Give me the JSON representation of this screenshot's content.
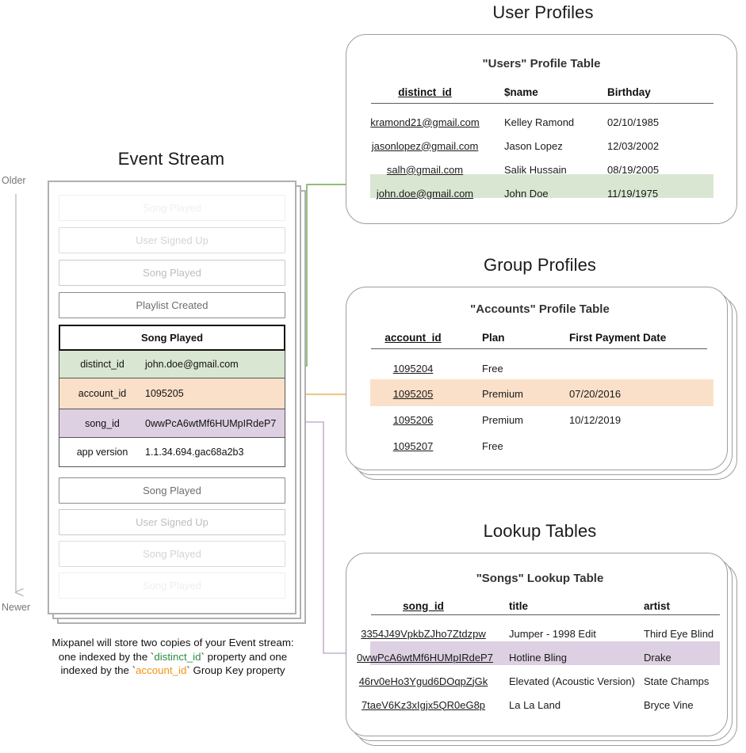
{
  "sections": {
    "user_profiles_title": "User Profiles",
    "group_profiles_title": "Group Profiles",
    "lookup_tables_title": "Lookup Tables",
    "event_stream_title": "Event Stream"
  },
  "colors": {
    "highlight_green": "#d9e7d2",
    "highlight_orange": "#fbe0c9",
    "highlight_purple": "#ded0e3",
    "arrow_green": "#6aa84f",
    "arrow_orange": "#e8912a",
    "arrow_purple": "#c6b0cf",
    "arrow_gray": "#808080",
    "card_border": "#9d9d9d",
    "code_green": "#2e8b45",
    "code_orange": "#f2930d"
  },
  "time_axis": {
    "older_label": "Older",
    "newer_label": "Newer"
  },
  "event_stream": {
    "events_before": [
      {
        "label": "Song Played",
        "fade": 1
      },
      {
        "label": "User Signed Up",
        "fade": 2
      },
      {
        "label": "Song Played",
        "fade": 3
      },
      {
        "label": "Playlist Created",
        "fade": 4
      }
    ],
    "selected_event": {
      "name": "Song Played",
      "properties": [
        {
          "key": "distinct_id",
          "value": "john.doe@gmail.com",
          "highlight": "green"
        },
        {
          "key": "account_id",
          "value": "1095205",
          "highlight": "orange"
        },
        {
          "key": "song_id",
          "value": "0wwPcA6wtMf6HUMpIRdeP7",
          "highlight": "purple"
        },
        {
          "key": "app version",
          "value": "1.1.34.694.gac68a2b3",
          "highlight": "none"
        }
      ]
    },
    "events_after": [
      {
        "label": "Song Played",
        "fade": 4
      },
      {
        "label": "User Signed Up",
        "fade": 3
      },
      {
        "label": "Song Played",
        "fade": 2
      },
      {
        "label": "Song Played",
        "fade": 1
      }
    ]
  },
  "caption": {
    "line1": "Mixpanel will store two copies of your Event stream:",
    "line2_pre": "one indexed by the `",
    "line2_code": "distinct_id",
    "line2_post": "` property and one",
    "line3_pre": "indexed by the `",
    "line3_code": "account_id",
    "line3_post": "` Group Key property"
  },
  "users_table": {
    "title": "\"Users\" Profile Table",
    "columns": [
      "distinct_id",
      "$name",
      "Birthday"
    ],
    "rows": [
      {
        "cells": [
          "kramond21@gmail.com",
          "Kelley Ramond",
          "02/10/1985"
        ],
        "highlight": false
      },
      {
        "cells": [
          "jasonlopez@gmail.com",
          "Jason Lopez",
          "12/03/2002"
        ],
        "highlight": false
      },
      {
        "cells": [
          "salh@gmail.com",
          "Salik Hussain",
          "08/19/2005"
        ],
        "highlight": false
      },
      {
        "cells": [
          "john.doe@gmail.com",
          "John Doe",
          "11/19/1975"
        ],
        "highlight": true
      }
    ]
  },
  "accounts_table": {
    "title": "\"Accounts\" Profile Table",
    "columns": [
      "account_id",
      "Plan",
      "First Payment Date"
    ],
    "rows": [
      {
        "cells": [
          "1095204",
          "Free",
          ""
        ],
        "highlight": false
      },
      {
        "cells": [
          "1095205",
          "Premium",
          "07/20/2016"
        ],
        "highlight": true
      },
      {
        "cells": [
          "1095206",
          "Premium",
          "10/12/2019"
        ],
        "highlight": false
      },
      {
        "cells": [
          "1095207",
          "Free",
          ""
        ],
        "highlight": false
      }
    ]
  },
  "songs_table": {
    "title": "\"Songs\" Lookup Table",
    "columns": [
      "song_id",
      "title",
      "artist"
    ],
    "rows": [
      {
        "cells": [
          "3354J49VpkbZJho7Ztdzpw",
          "Jumper - 1998 Edit",
          "Third Eye Blind"
        ],
        "highlight": false
      },
      {
        "cells": [
          "0wwPcA6wtMf6HUMpIRdeP7",
          "Hotline Bling",
          "Drake"
        ],
        "highlight": true
      },
      {
        "cells": [
          "46rv0eHo3Ygud6DOqpZjGk",
          "Elevated (Acoustic Version)",
          "State Champs"
        ],
        "highlight": false
      },
      {
        "cells": [
          "7taeV6Kz3xIgjx5QR0eG8p",
          "La La Land",
          "Bryce Vine"
        ],
        "highlight": false
      }
    ]
  }
}
